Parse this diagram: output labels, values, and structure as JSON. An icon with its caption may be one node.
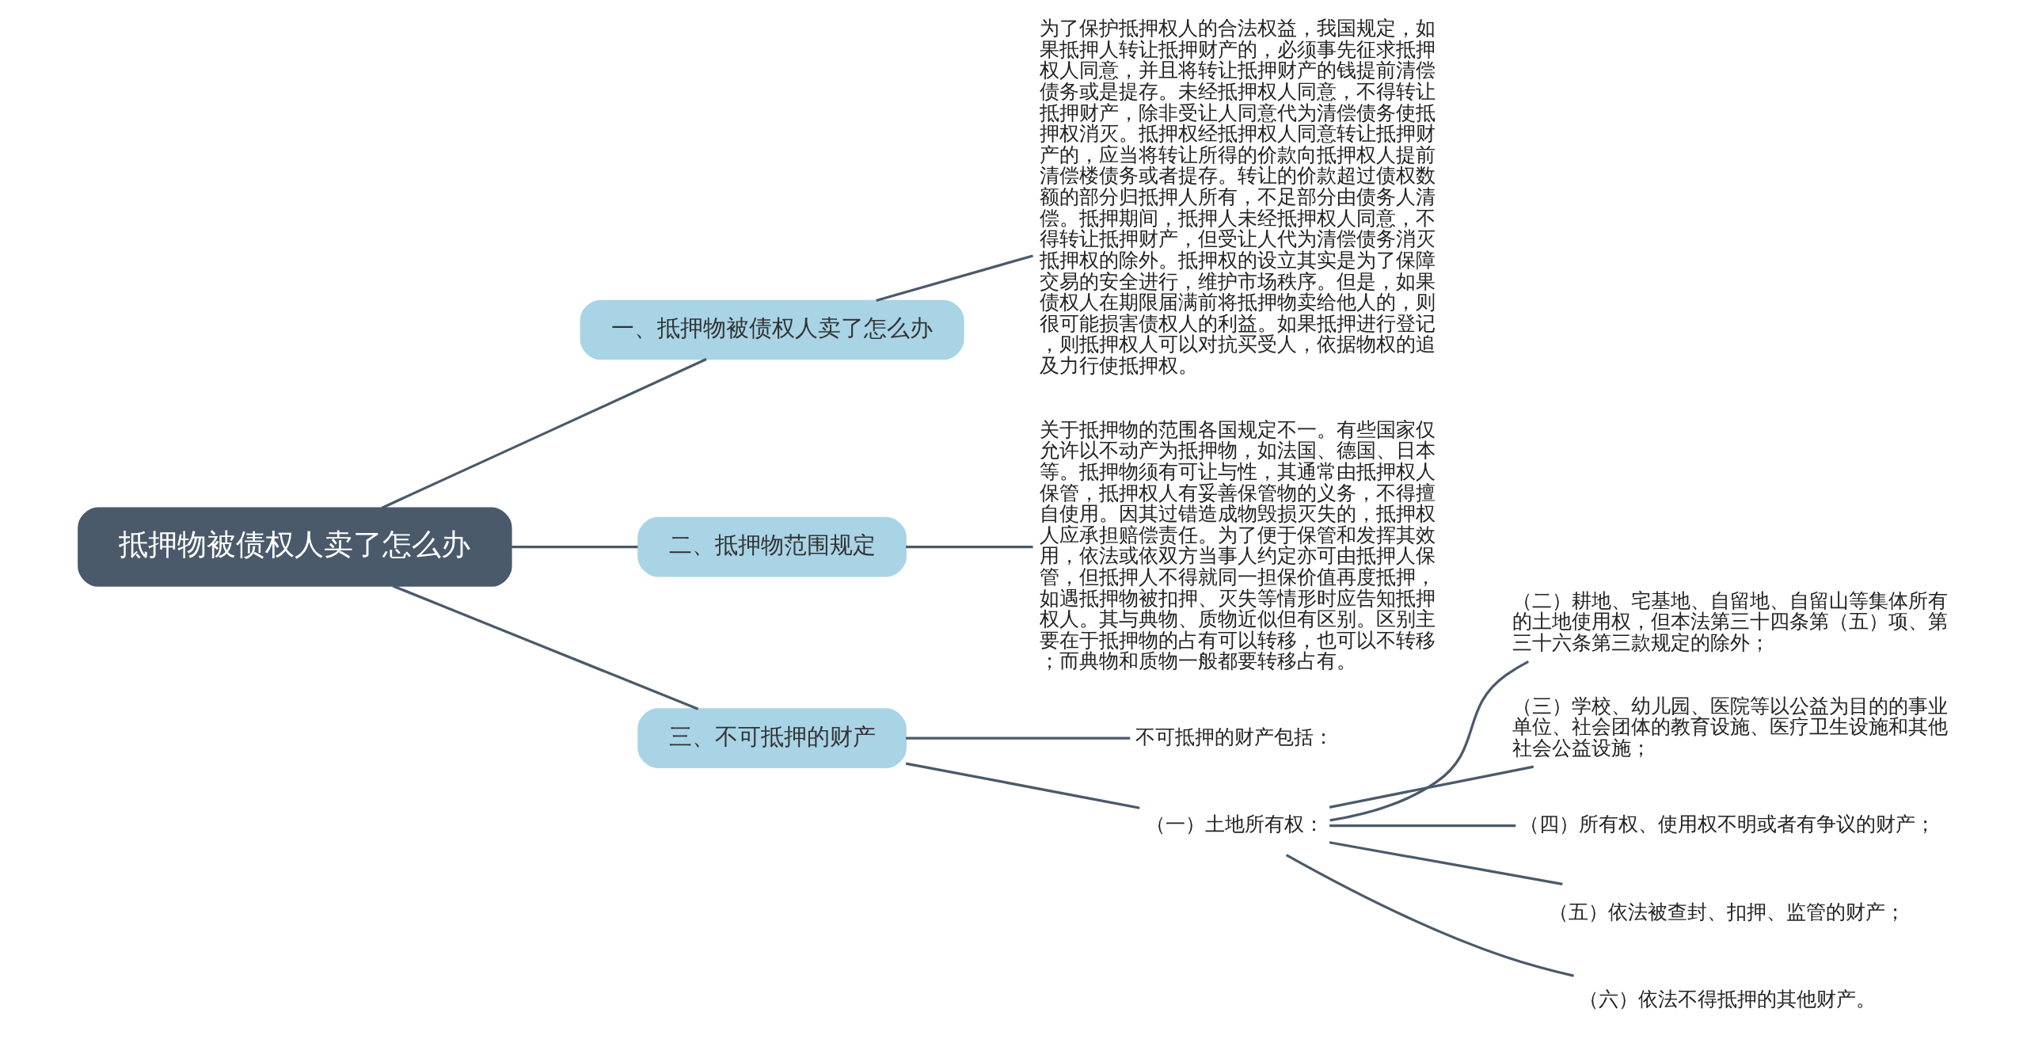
{
  "diagram": {
    "nodes": [
      {
        "text": [
          "抵押物被债权人卖了怎么办"
        ]
      },
      {
        "text": [
          "一、抵押物被债权人卖了怎么办"
        ]
      },
      {
        "text": [
          "为了保护抵押权人的合法权益，我国规定，如果抵押人转让抵押财产的，必须事先征求抵押权人同意，并且将转让抵押财产的钱提前清偿债务或是提存。未经抵押权人同意，不得转让抵押财产，除非受让人同意代为清偿债务使抵押权消灭。抵押权经抵押权人同意转让抵押财产的，应当将转让所得的价款向抵押权人提前清偿楼债务或者提存。转让的价款超过债权数额的部分归抵押人所有，不足部分由债务人清偿。抵押期间，抵押人未经抵押权人同意，不得转让抵押财产，但受让人代为清偿债务消灭抵押权的除外。抵押权的设立其实是为了保障交易的安全进行，维护市场秩序。但是，如果债权人在期限届满前将抵押物卖给他人的，则很可能损害债权人的利益。如果抵押进行登记，则抵押权人可以对抗买受人，依据物权的追及力行使抵押权。"
        ]
      },
      {
        "text": [
          "二、抵押物范围规定"
        ]
      },
      {
        "text": [
          "关于抵押物的范围各国规定不一。有些国家仅允许以不动产为抵押物，如法国、德国、日本等。抵押物须有可让与性，其通常由抵押权人保管，抵押权人有妥善保管物的义务，不得擅自使用。因其过错造成物毁损灭失的，抵押权人应承担赔偿责任。为了便于保管和发挥其效用，依法或依双方当事人约定亦可由抵押人保管，但抵押人不得就同一担保价值再度抵押，如遇抵押物被扣押、灭失等情形时应告知抵押权人。其与典物、质物近似但有区别。区别主要在于抵押物的占有可以转移，也可以不转移；而典物和质物一般都要转移占有。"
        ]
      },
      {
        "text": [
          "三、不可抵押的财产"
        ]
      },
      {
        "text": [
          "不可抵押的财产包括："
        ]
      },
      {
        "text": [
          "（一）土地所有权："
        ]
      },
      {
        "text": [
          "（二）耕地、宅基地、自留地、自留山等集体所有的土地使用权，但本法第三十四条第（五）项、第三十六条第三款规定的除外；"
        ]
      },
      {
        "text": [
          "（三）学校、幼儿园、医院等以公益为目的的事业单位、社会团体的教育设施、医疗卫生设施和其他社会公益设施；"
        ]
      },
      {
        "text": [
          "（四）所有权、使用权不明或者有争议的财产；"
        ]
      },
      {
        "text": [
          "（五）依法被查封、扣押、监管的财产；"
        ]
      },
      {
        "text": [
          "（六）依法不得抵押的其他财产。"
        ]
      }
    ],
    "edges": [
      {
        "from": 0,
        "to": 1,
        "arrow": "none"
      },
      {
        "from": 1,
        "to": 2,
        "arrow": "none"
      },
      {
        "from": 0,
        "to": 3,
        "arrow": "none"
      },
      {
        "from": 3,
        "to": 4,
        "arrow": "none"
      },
      {
        "from": 0,
        "to": 5,
        "arrow": "none"
      },
      {
        "from": 5,
        "to": 6,
        "arrow": "none"
      },
      {
        "from": 5,
        "to": 7,
        "arrow": "none"
      },
      {
        "from": 7,
        "to": 8,
        "arrow": "none"
      },
      {
        "from": 7,
        "to": 9,
        "arrow": "none"
      },
      {
        "from": 7,
        "to": 10,
        "arrow": "none"
      },
      {
        "from": 7,
        "to": 11,
        "arrow": "none"
      },
      {
        "from": 7,
        "to": 12,
        "arrow": "none"
      }
    ]
  }
}
